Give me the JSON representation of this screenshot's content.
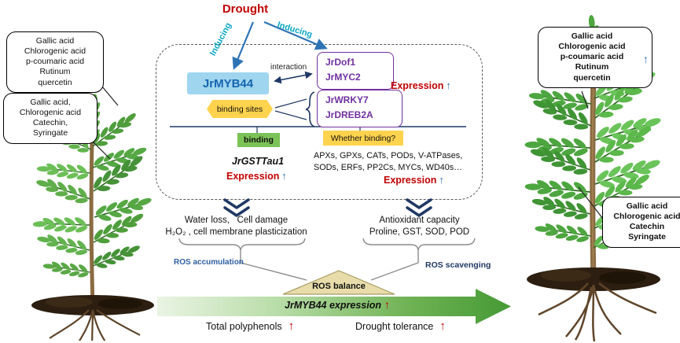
{
  "header": {
    "drought": "Drought"
  },
  "arrows": {
    "inducing_left": "Inducing",
    "inducing_right": "Inducing",
    "up": "↑"
  },
  "pathway": {
    "myb44": "JrMYB44",
    "interaction_label": "interaction",
    "tf_group1": {
      "line1": "JrDof1",
      "line2": "JrMYC2"
    },
    "tf_group2": {
      "line1": "JrWRKY7",
      "line2": "JrDREB2A"
    },
    "expression_label": "Expression",
    "binding_sites_label": "binding sites",
    "binding_label": "binding",
    "whether_binding_label": "Whether binding?",
    "gst_gene": "JrGSTTau1",
    "gst_expression_label": "Expression",
    "ros_genes_line1": "APXs, GPXs, CATs, PODs, V-ATPases,",
    "ros_genes_line2": "SODs, ERFs, PP2Cs, MYCs, WD40s…",
    "ros_genes_expression_label": "Expression"
  },
  "stress": {
    "left_line1": "Water loss,   Cell damage",
    "left_line2": "H₂O₂ , cell membrane plasticization",
    "right_line1": "Antioxidant capacity",
    "right_line2": "Proline, GST, SOD, POD",
    "ros_accumulation": "ROS accumulation",
    "ros_scavenging": "ROS scavenging",
    "ros_balance": "ROS balance"
  },
  "bottom_arrow": {
    "label": "JrMYB44 expression",
    "total_polyphenols": "Total polyphenols",
    "drought_tolerance": "Drought tolerance",
    "up": "↑"
  },
  "left_plant": {
    "callout_top_lines": [
      "Gallic acid",
      "Chlorogenic acid",
      "p-coumaric acid",
      "Rutinum",
      "quercetin"
    ],
    "callout_bottom_lines": [
      "Gallic acid,",
      "Chlorogenic acid",
      "Catechin,",
      "Syringate"
    ]
  },
  "right_plant": {
    "callout_top_lines": [
      "Gallic acid",
      "Chlorogenic acid",
      "p-coumaric acid",
      "Rutinum",
      "quercetin"
    ],
    "callout_bottom_lines": [
      "Gallic acid",
      "Chlorogenic acid",
      "Catechin",
      "Syringate"
    ],
    "up": "↑"
  },
  "colors": {
    "drought_red": "#c00000",
    "inducing_teal": "#0aa6c2",
    "myb44_blue": "#1565b0",
    "purple": "#7030a0",
    "navy": "#1f3864",
    "arrow_blue": "#2e74b5",
    "yellow_box": "#ffd34d",
    "green_binding": "#7bc257",
    "green_arrow": "#70ad47"
  }
}
